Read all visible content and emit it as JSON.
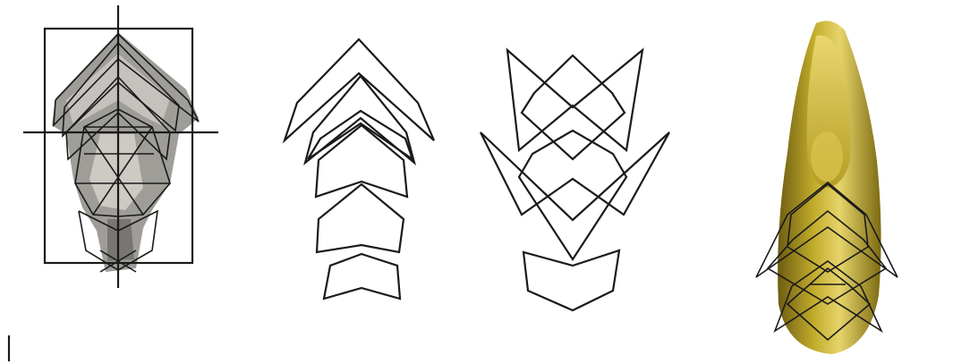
{
  "figure": {
    "panels": [
      {
        "name": "overlay-on-grey-object",
        "description_hidden": true
      },
      {
        "name": "chevron-outlines-stacked"
      },
      {
        "name": "chevron-outlines-interlocking"
      },
      {
        "name": "overlay-on-wooden-object"
      }
    ],
    "colors": {
      "line": "#1a1a1a",
      "grey_object": "#8e8c86",
      "grey_object_light": "#c9c7c1",
      "wood": "#b9a32a",
      "wood_light": "#e6d46a",
      "wood_dark": "#7c6a12"
    }
  }
}
